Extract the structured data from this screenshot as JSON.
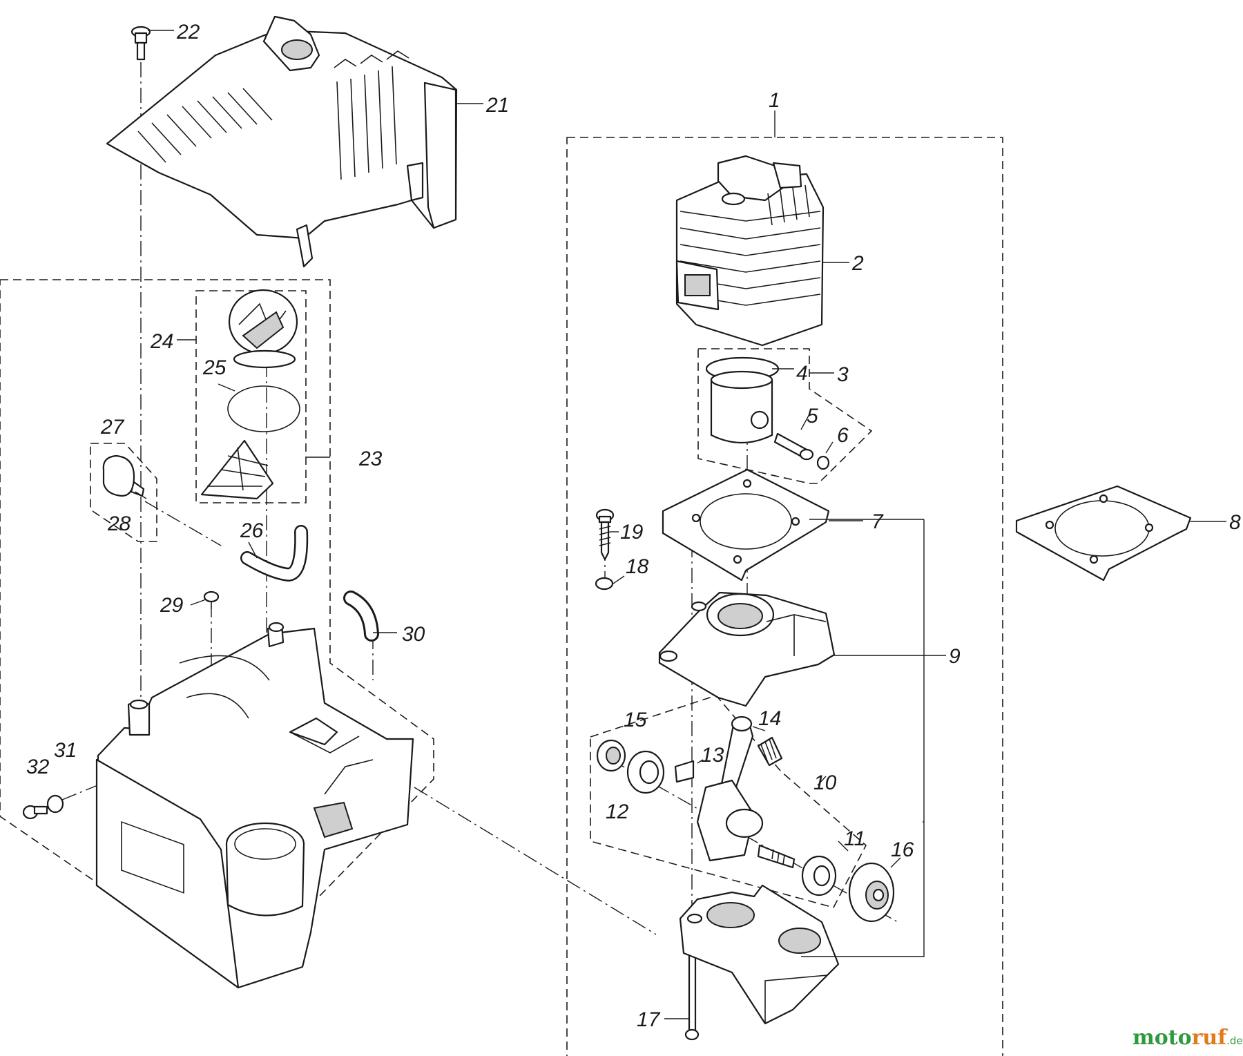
{
  "diagram": {
    "callouts": [
      "1",
      "2",
      "3",
      "4",
      "5",
      "6",
      "7",
      "8",
      "9",
      "10",
      "11",
      "12",
      "13",
      "14",
      "15",
      "16",
      "17",
      "18",
      "19",
      "21",
      "22",
      "23",
      "24",
      "25",
      "26",
      "27",
      "28",
      "29",
      "30",
      "31",
      "32"
    ]
  },
  "watermark": {
    "part1": "moto",
    "part2": "ruf",
    "suffix": ".de"
  },
  "colors": {
    "line": "#1a1a1a",
    "watermark_green": "#2e9a3e",
    "watermark_orange": "#e07a1b"
  }
}
